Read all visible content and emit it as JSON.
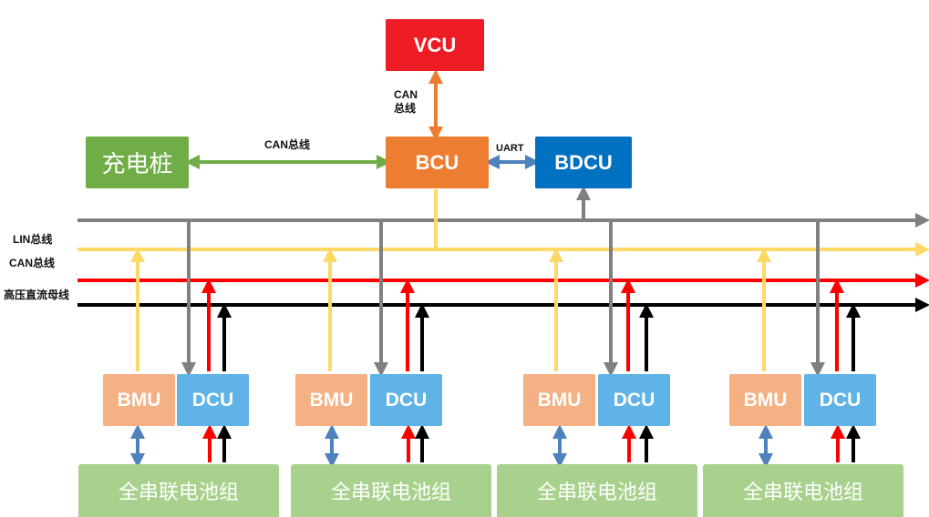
{
  "nodes": {
    "vcu": {
      "label": "VCU",
      "color": "#ee1c25"
    },
    "bcu": {
      "label": "BCU",
      "color": "#ed7d31"
    },
    "bdcu": {
      "label": "BDCU",
      "color": "#0070c0"
    },
    "charger": {
      "label": "充电桩",
      "color": "#70ad47"
    }
  },
  "edge_labels": {
    "vcu_bcu_line1": "CAN",
    "vcu_bcu_line2": "总线",
    "charger_bcu": "CAN总线",
    "bcu_bdcu": "UART"
  },
  "bus_labels": {
    "lin": "LIN总线",
    "can": "CAN总线",
    "hv": "高压直流母线"
  },
  "bus_colors": {
    "lin": "#808080",
    "can": "#ffd966",
    "hv": "#ff0000",
    "dc": "#000000",
    "link": "#5b8ec4"
  },
  "modules": [
    {
      "bmu": "BMU",
      "dcu": "DCU",
      "pack": "全串联电池组"
    },
    {
      "bmu": "BMU",
      "dcu": "DCU",
      "pack": "全串联电池组"
    },
    {
      "bmu": "BMU",
      "dcu": "DCU",
      "pack": "全串联电池组"
    },
    {
      "bmu": "BMU",
      "dcu": "DCU",
      "pack": "全串联电池组"
    }
  ],
  "module_colors": {
    "bmu": "#f4b183",
    "dcu": "#5fb3e6",
    "pack": "#a9d18e"
  }
}
